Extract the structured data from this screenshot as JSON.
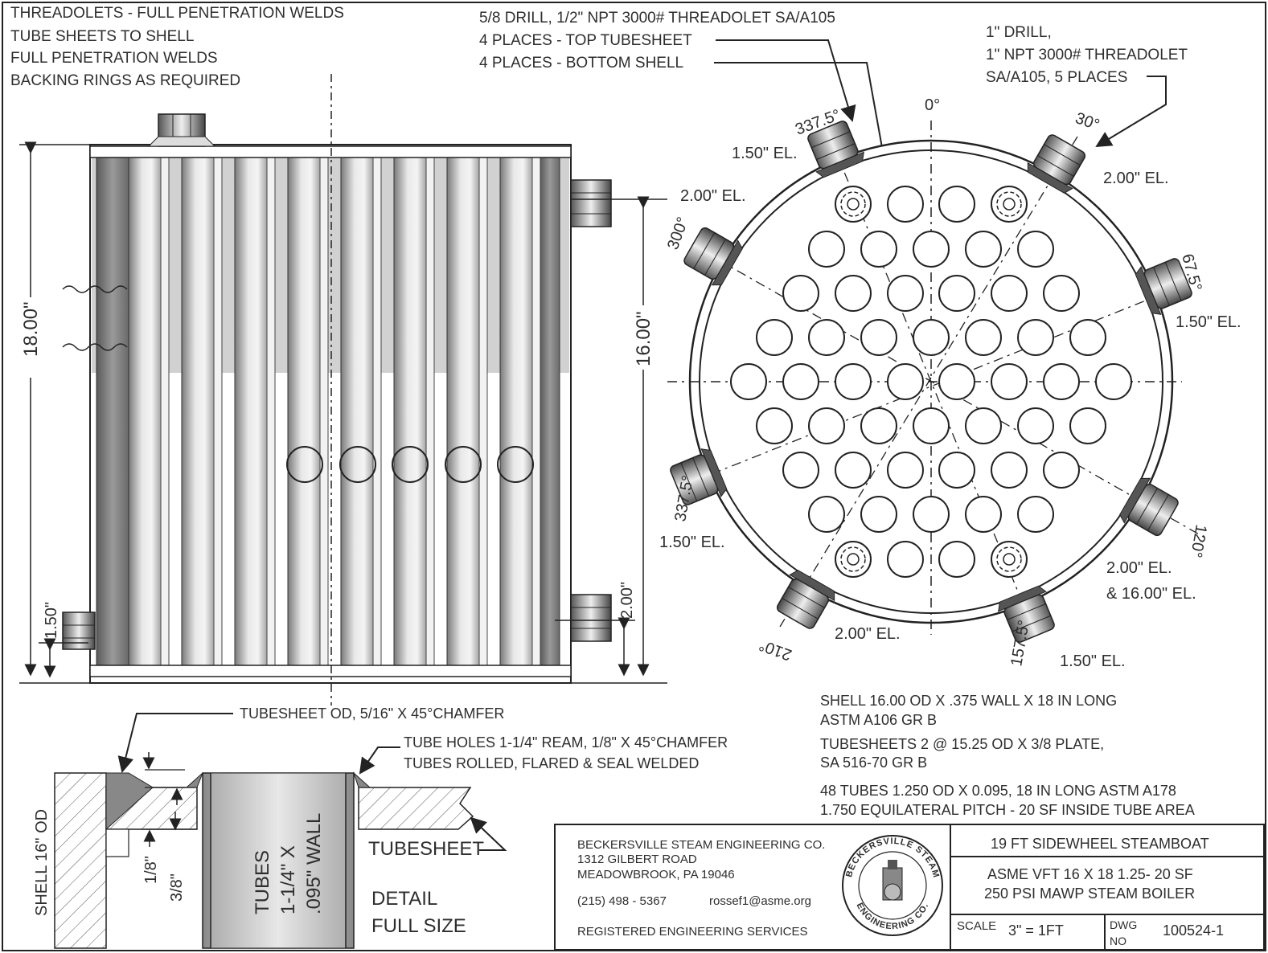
{
  "notes": {
    "top_left": [
      "THREADOLETS - FULL PENETRATION WELDS",
      "TUBE SHEETS TO SHELL",
      "FULL PENETRATION WELDS",
      "BACKING RINGS AS REQUIRED"
    ],
    "top_center": [
      "5/8 DRILL,  1/2\" NPT 3000# THREADOLET SA/A105",
      "4 PLACES - TOP TUBESHEET",
      "4 PLACES - BOTTOM SHELL"
    ],
    "top_right": [
      "1\" DRILL,",
      "1\" NPT 3000# THREADOLET",
      "SA/A105, 5 PLACES"
    ]
  },
  "side_view": {
    "dim_18": "18.00\"",
    "dim_16": "16.00\"",
    "dim_1_50": "1.50\"",
    "dim_2_00": "2.00\""
  },
  "end_view": {
    "angles": {
      "a0": "0°",
      "a30": "30°",
      "a67_5": "67.5°",
      "a120": "120°",
      "a157_5": "157.5°",
      "a210": "210°",
      "a337_5_low": "337.5°",
      "a300": "300°",
      "a337_5_top": "337.5°"
    },
    "elevations": {
      "el_337_top": "1.50\" EL.",
      "el_30": "2.00\" EL.",
      "el_300": "2.00\" EL.",
      "el_67": "1.50\" EL.",
      "el_337_low": "1.50\" EL.",
      "el_120_a": "2.00\" EL.",
      "el_120_b": "& 16.00\" EL.",
      "el_210": "2.00\" EL.",
      "el_157": "1.50\" EL."
    }
  },
  "specs": [
    "SHELL 16.00 OD X .375 WALL X 18 IN LONG",
    "ASTM A106 GR B",
    "TUBESHEETS 2 @  15.25 OD X 3/8 PLATE,",
    "SA 516-70 GR B",
    "48 TUBES   1.250 OD X 0.095,  18 IN LONG ASTM A178",
    "1.750 EQUILATERAL PITCH - 20 SF INSIDE TUBE AREA"
  ],
  "detail": {
    "chamfer_note": "TUBESHEET OD, 5/16\" X 45°CHAMFER",
    "tube_holes_1": "TUBE HOLES 1-1/4\" REAM, 1/8\" X 45°CHAMFER",
    "tube_holes_2": "TUBES ROLLED, FLARED & SEAL WELDED",
    "shell_label": "SHELL 16\" OD",
    "dim_1_8": "1/8\"",
    "dim_3_8": "3/8\"",
    "tubes_1": "TUBES",
    "tubes_2": "1-1/4\" X",
    "tubes_3": ".095\" WALL",
    "tubesheet": "TUBESHEET",
    "detail_1": "DETAIL",
    "detail_2": "FULL SIZE"
  },
  "title_block": {
    "company": "BECKERSVILLE STEAM ENGINEERING CO.",
    "address_1": "1312 GILBERT ROAD",
    "address_2": "MEADOWBROOK, PA 19046",
    "phone": "(215) 498 - 5367",
    "email": "rossef1@asme.org",
    "services": "REGISTERED ENGINEERING SERVICES",
    "seal_top": "BECKERSVILLE STEAM",
    "seal_bottom": "ENGINEERING CO.",
    "project": "19 FT SIDEWHEEL STEAMBOAT",
    "desc_1": "ASME VFT 16 X 18 1.25- 20 SF",
    "desc_2": "250 PSI MAWP STEAM BOILER",
    "scale_label": "SCALE",
    "scale_value": "3\" = 1FT",
    "dwg_label_1": "DWG",
    "dwg_label_2": "NO",
    "dwg_no": "100524-1"
  }
}
